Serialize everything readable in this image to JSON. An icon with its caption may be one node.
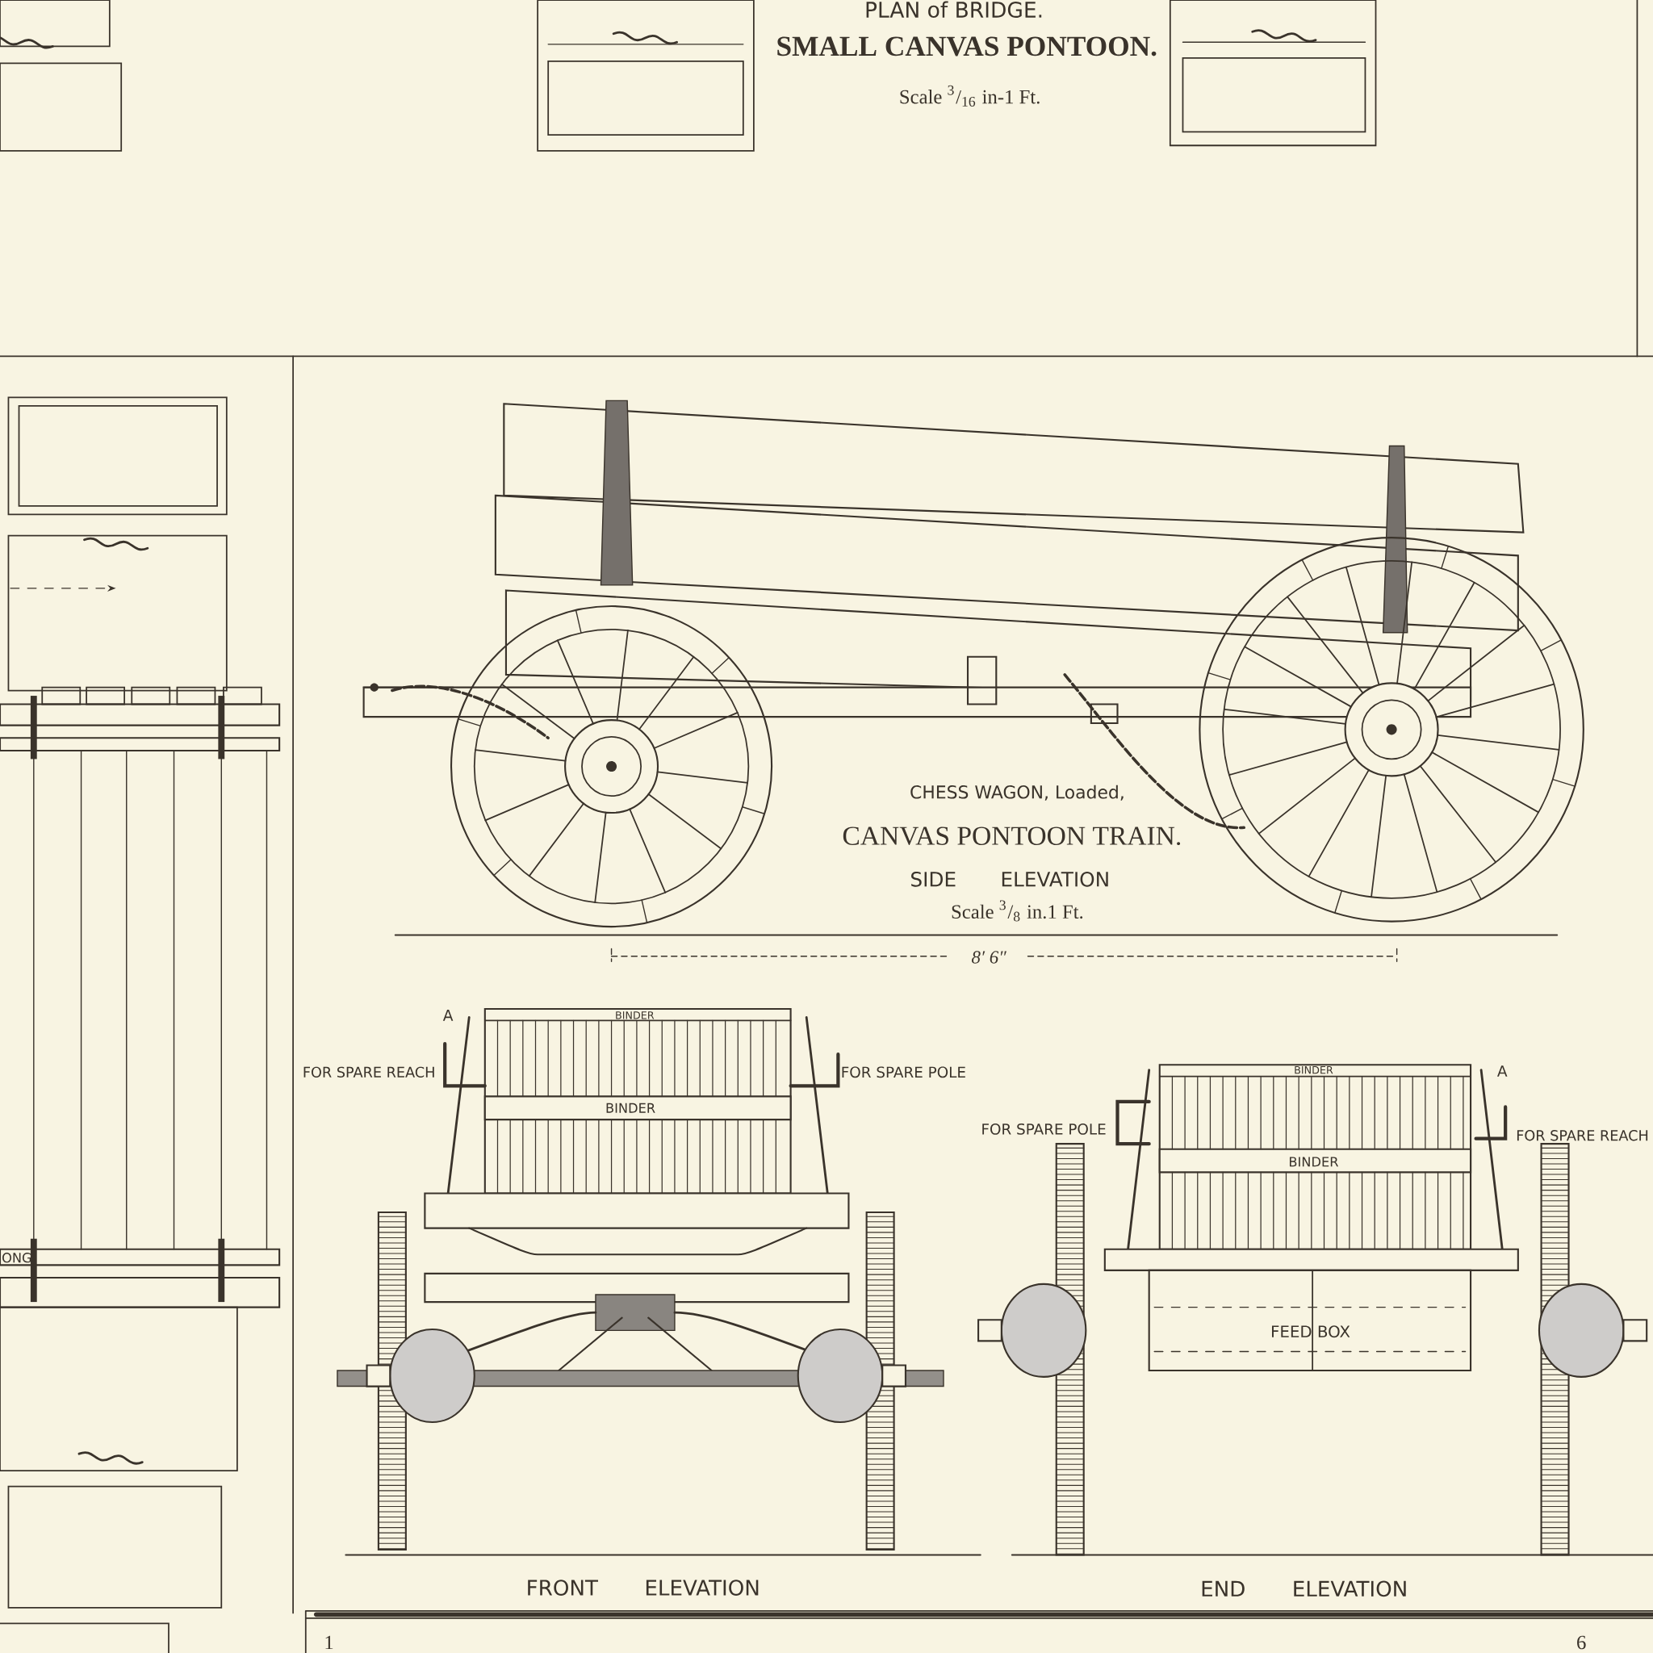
{
  "diagram": {
    "labels": [
      "PLAN of BRIDGE.",
      "SMALL CANVAS PONTOON.",
      "Scale $^{3}$/$_{16}$ in-1 Ft.",
      "CHESS WAGON, Loaded,",
      "CANVAS PONTOON TRAIN.",
      "SIDE ELEVATION",
      "Scale $^{3}$/$_{8}$ in.1 Ft.",
      "8′ 6″",
      "A",
      "BINDER",
      "FOR SPARE REACH",
      "FOR SPARE POLE",
      "BINDER",
      "BINDER",
      "A",
      "FOR SPARE POLE",
      "FOR SPARE REACH",
      "BINDER",
      "ONG",
      "FEED BOX",
      "FRONT ELEVATION",
      "END ELEVATION",
      "1",
      "6"
    ]
  }
}
